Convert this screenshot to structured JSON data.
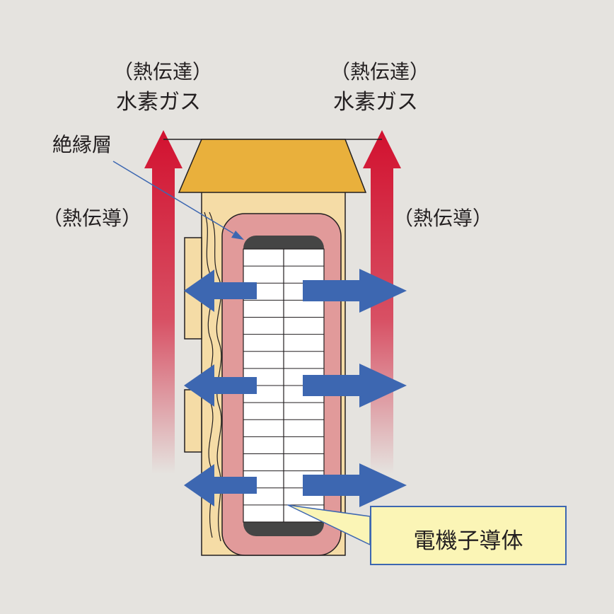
{
  "labels": {
    "left_heat_transfer": "（熱伝達）",
    "left_hydrogen_gas": "水素ガス",
    "right_heat_transfer": "（熱伝達）",
    "right_hydrogen_gas": "水素ガス",
    "insulation_layer": "絶縁層",
    "left_heat_conduction": "（熱伝導）",
    "right_heat_conduction": "（熱伝導）",
    "armature_conductor": "電機子導体"
  },
  "colors": {
    "background": "#e5e3df",
    "gas_arrow": "#d2112f",
    "wedge": "#e9b03c",
    "slot_liner": "#f5dca6",
    "insulation": "#e19a9a",
    "conductor_strand": "#ffffff",
    "conductor_end": "#454545",
    "heat_flow_arrow": "#3d67b1",
    "callout_fill": "#fbf5b6"
  }
}
